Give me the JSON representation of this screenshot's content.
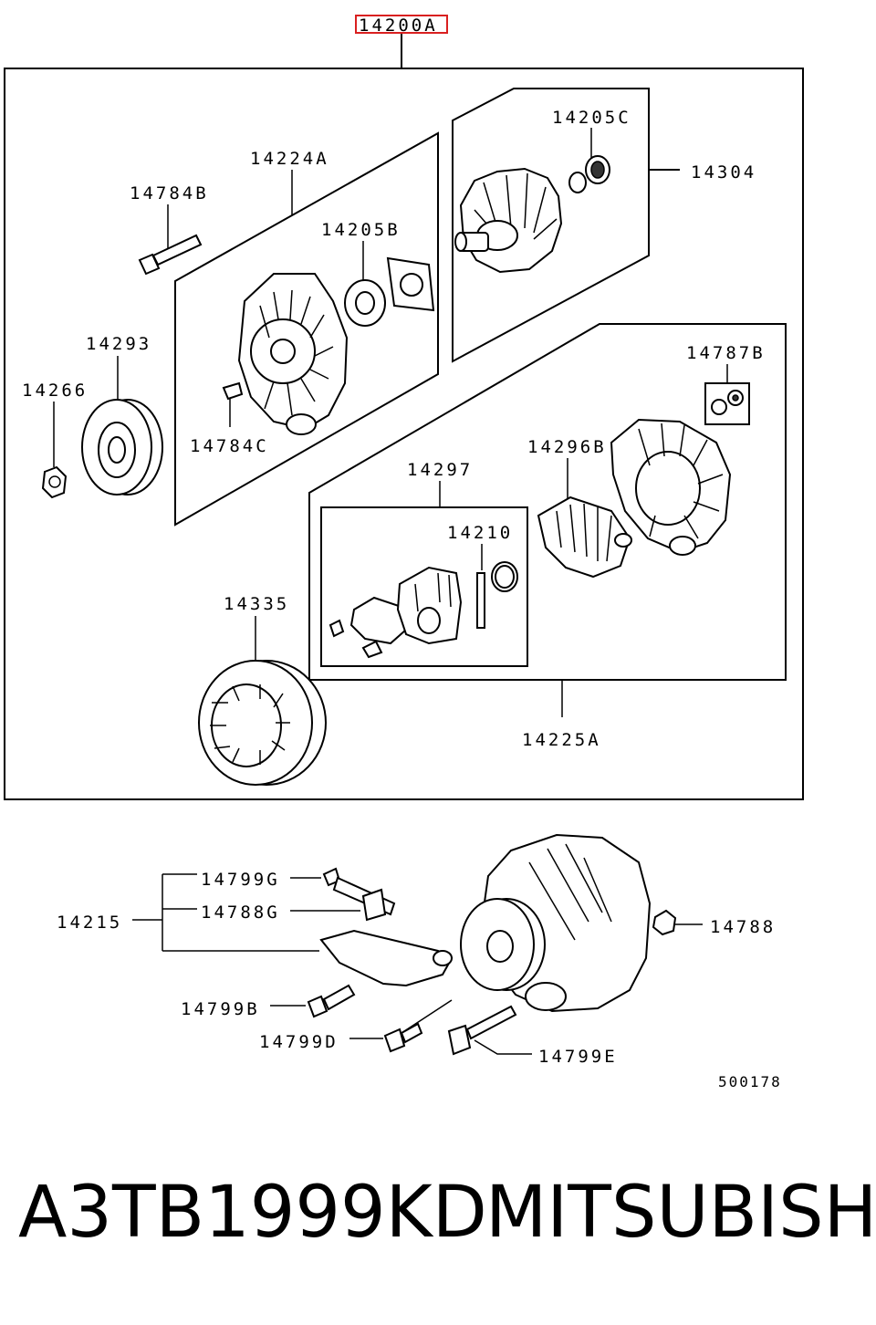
{
  "top_label": "14200A",
  "labels": {
    "p14205C": "14205C",
    "p14304": "14304",
    "p14224A": "14224A",
    "p14784B": "14784B",
    "p14205B": "14205B",
    "p14293": "14293",
    "p14266": "14266",
    "p14784C": "14784C",
    "p14787B": "14787B",
    "p14296B": "14296B",
    "p14297": "14297",
    "p14210": "14210",
    "p14335": "14335",
    "p14225A": "14225A",
    "p14799G": "14799G",
    "p14788G": "14788G",
    "p14215": "14215",
    "p14788": "14788",
    "p14799B": "14799B",
    "p14799D": "14799D",
    "p14799E": "14799E"
  },
  "diagram_code": "500178",
  "caption": {
    "part_number": "A3TB1999KD",
    "brand": "MITSUBISHI"
  },
  "colors": {
    "highlight_box": "#d92020",
    "line": "#000000"
  }
}
